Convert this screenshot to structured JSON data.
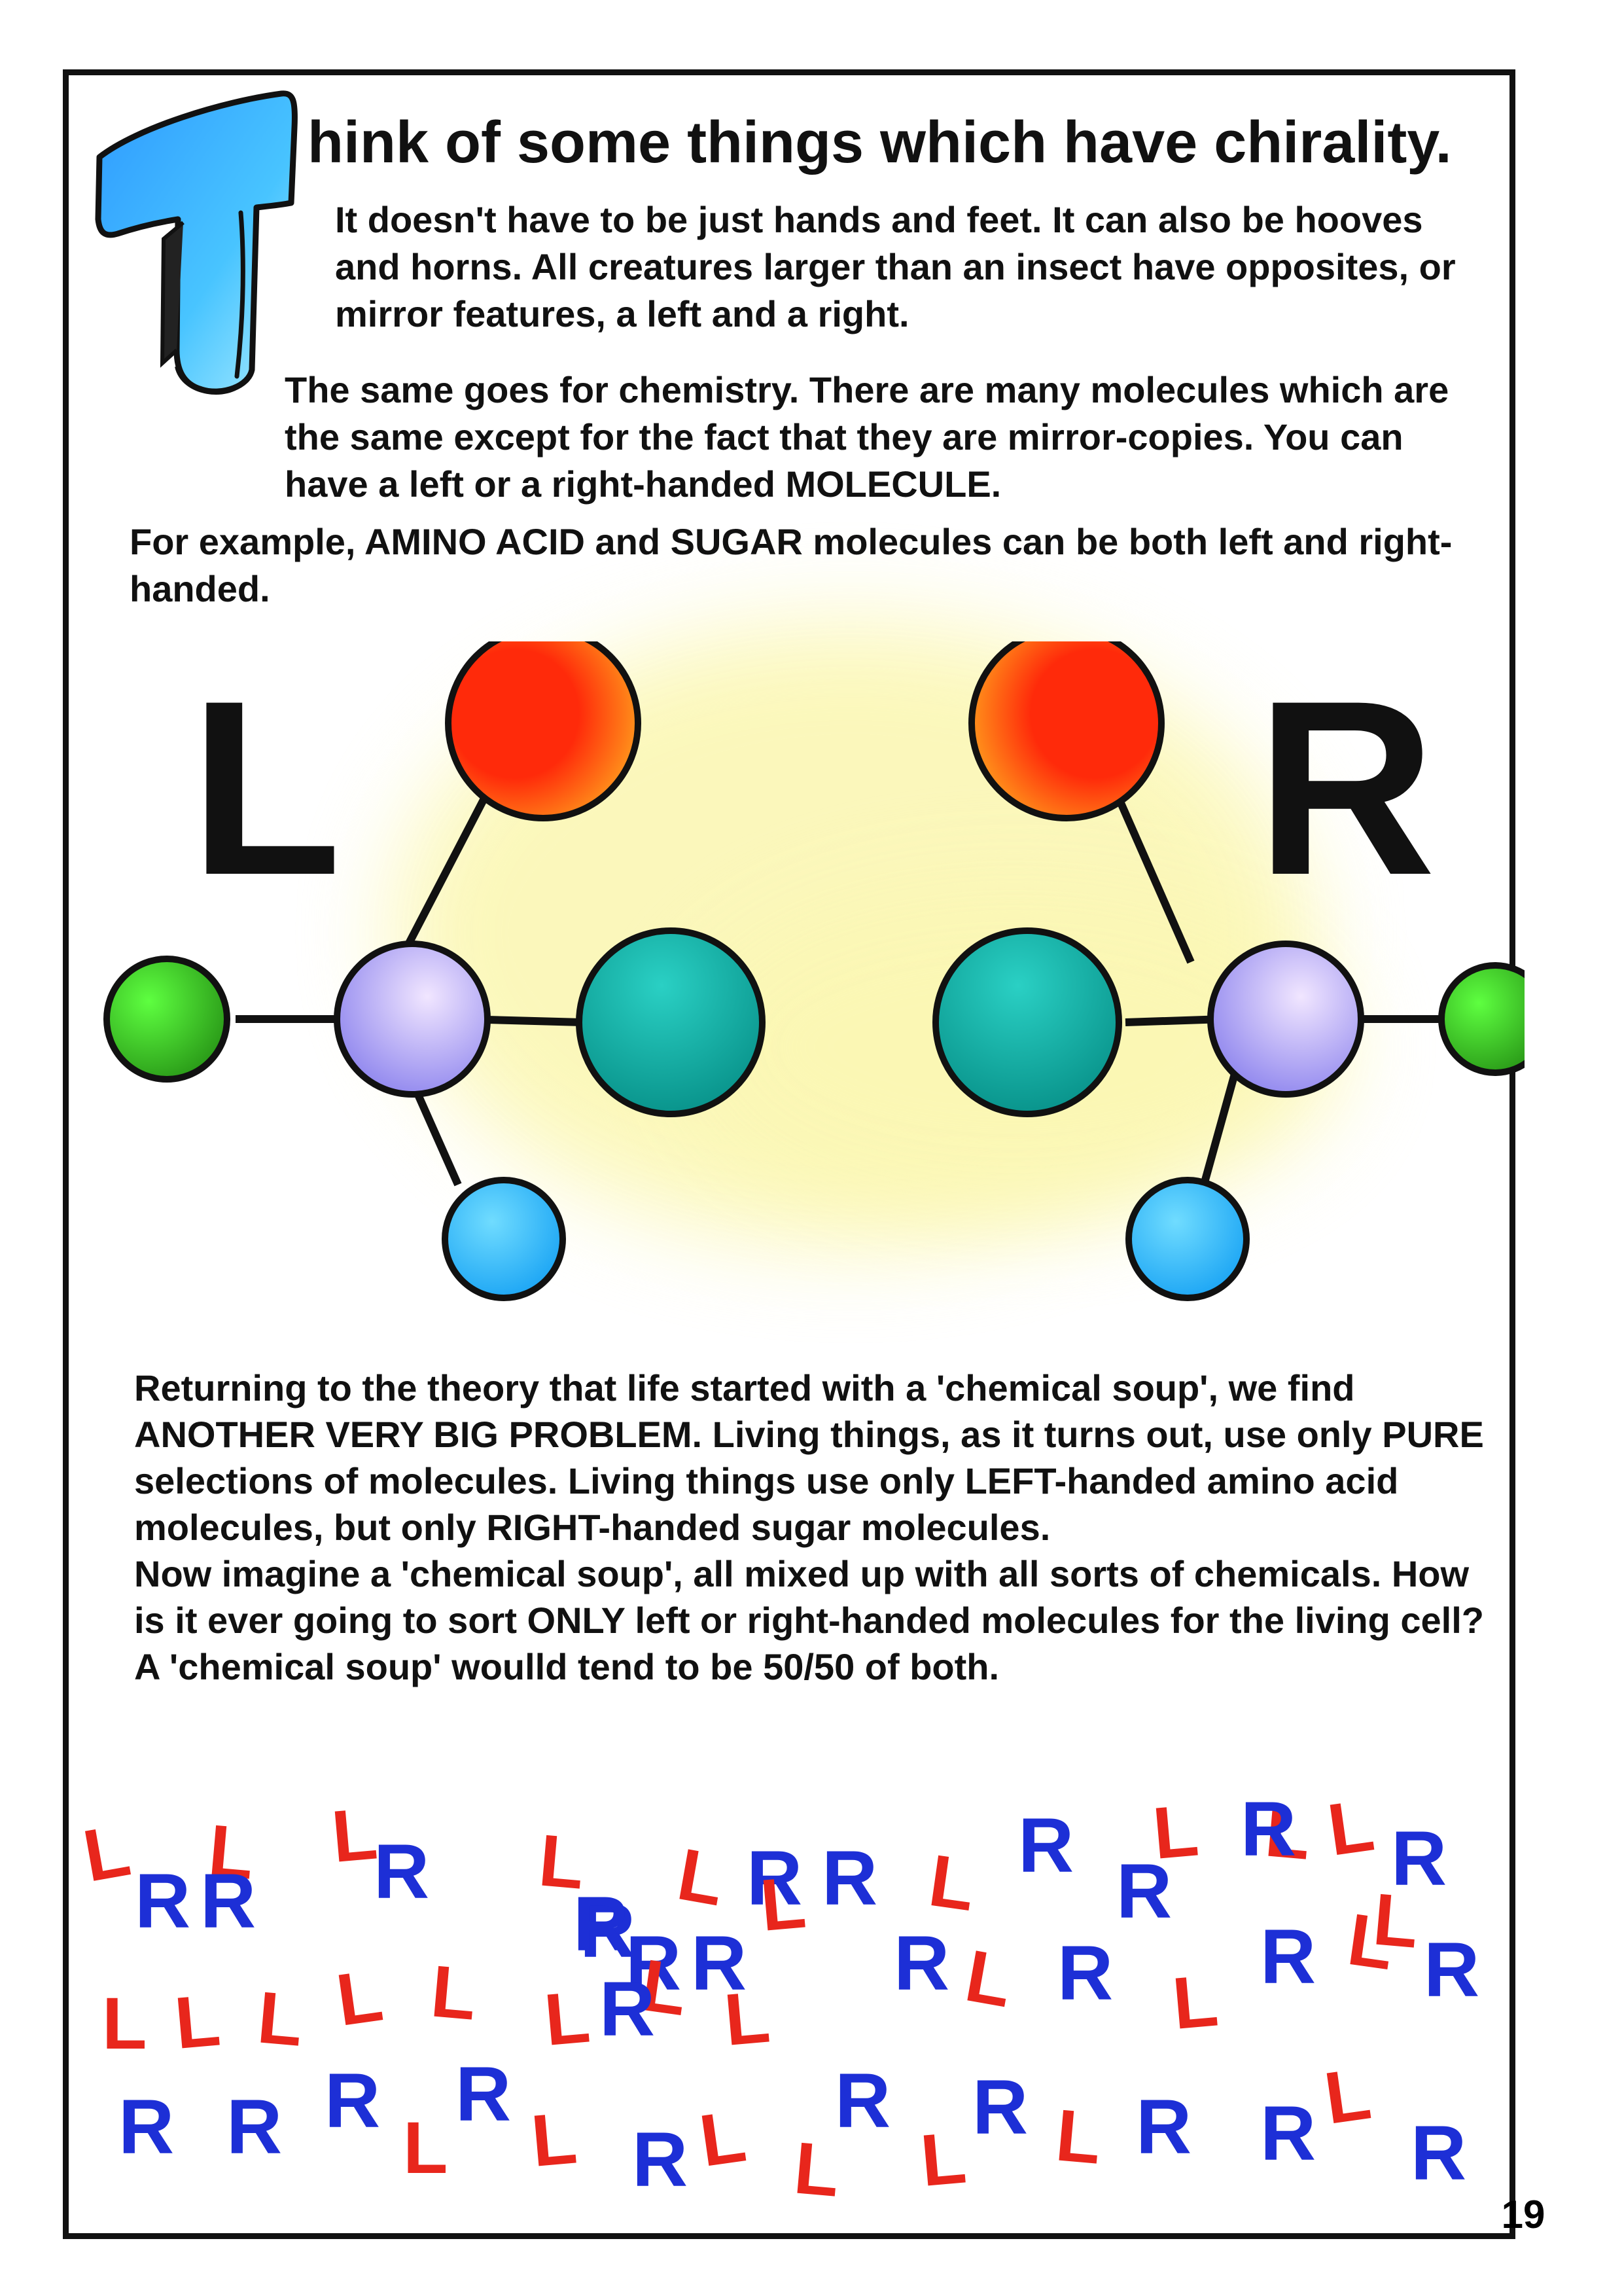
{
  "drop_cap": "T",
  "heading": "hink of some things which have chirality.",
  "paragraphs": {
    "intro": "It doesn't have to be just hands and feet. It can also be hooves and horns. All creatures larger than an insect have opposites, or mirror features, a left and a right.",
    "chemistry": "The same goes for chemistry. There are many molecules which are the same except for the fact that they are mirror-copies. You can have a left or a right-handed MOLECULE.",
    "example": "For example, AMINO ACID and SUGAR molecules can be both left and right-handed.",
    "problem": [
      "Returning to the theory that life started with a 'chemical soup', we find ANOTHER VERY BIG PROBLEM. Living things, as it turns out, use only PURE selections of molecules. Living things use only LEFT-handed amino acid molecules, but only RIGHT-handed sugar molecules.",
      "Now imagine a 'chemical soup', all mixed up with all sorts of chemicals. How is it ever going to sort ONLY left or right-handed molecules for the living cell?",
      "A 'chemical soup' woulld tend to be 50/50 of both."
    ]
  },
  "molecule": {
    "left_label": "L",
    "right_label": "R"
  },
  "letter_scatter": {
    "left_letter": "L",
    "right_letter": "R",
    "left_color": "#e8261c",
    "right_color": "#1d2fd6"
  },
  "page_number": "19",
  "colors": {
    "drop_cap": "#3fb2ff",
    "atom_red": "#ff2a0a",
    "atom_orange": "#ffa21a",
    "atom_purple": "#9a90f2",
    "atom_teal": "#0aa29a",
    "atom_green": "#30c020",
    "atom_blue": "#2ab0ff",
    "highlight": "#fbf7b4"
  }
}
